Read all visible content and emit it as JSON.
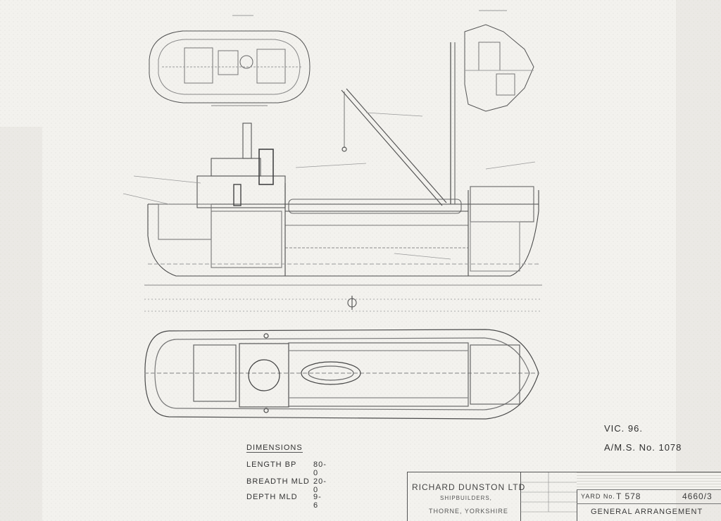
{
  "drawing": {
    "ref_lines": [
      "VIC. 96.",
      "A/M.S. No. 1078"
    ],
    "dimensions": {
      "heading": "DIMENSIONS",
      "rows": [
        {
          "label": "LENGTH  BP",
          "value": "80-0"
        },
        {
          "label": "BREADTH  MLD",
          "value": "20-0"
        },
        {
          "label": "DEPTH  MLD",
          "value": "9-6"
        }
      ]
    },
    "title_block": {
      "builder": "RICHARD DUNSTON LTD",
      "trade": "SHIPBUILDERS,",
      "location": "THORNE, YORKSHIRE",
      "yard_label": "YARD No.",
      "yard_no": "T 578",
      "drawing_no": "4660/3",
      "drawing_title": "GENERAL ARRANGEMENT"
    }
  },
  "colors": {
    "paper": "#f3f2ee",
    "ink": "#3a3a3a",
    "faint": "#9a9a96"
  }
}
